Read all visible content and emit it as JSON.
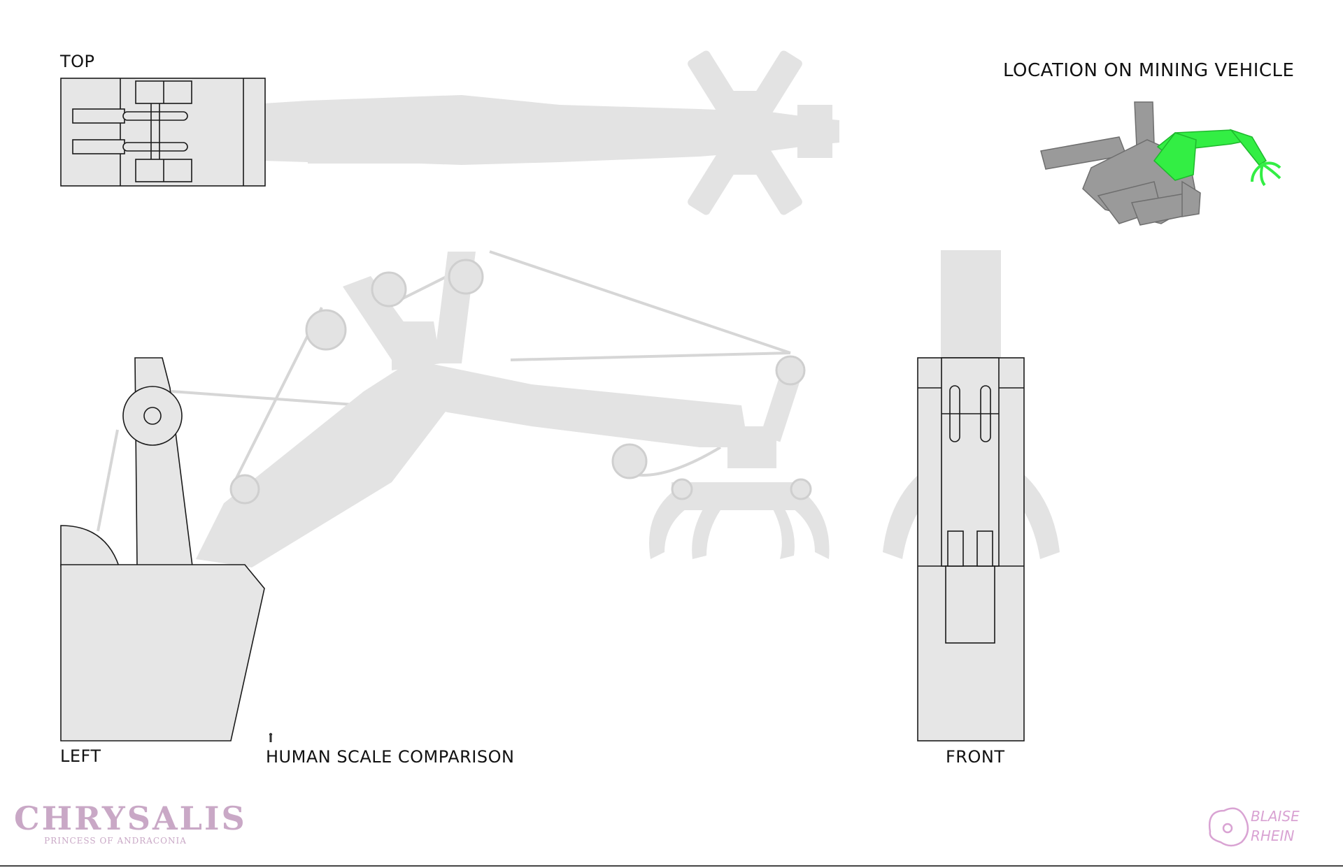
{
  "labels": {
    "top": "TOP",
    "left": "LEFT",
    "human": "HUMAN SCALE COMPARISON",
    "front": "FRONT",
    "location": "LOCATION ON MINING VEHICLE"
  },
  "logo": {
    "title": "CHRYSALIS",
    "subtitle": "PRINCESS OF ANDRACONIA"
  },
  "signature": {
    "line1": "BLAISE",
    "line2": "RHEIN"
  },
  "colors": {
    "ghost": "#e3e3e3",
    "body": "#e6e6e6",
    "outline": "#1a1a1a",
    "highlight": "#33ee44",
    "vehicle": "#9a9a9a",
    "logo": "#c9a8c6"
  }
}
